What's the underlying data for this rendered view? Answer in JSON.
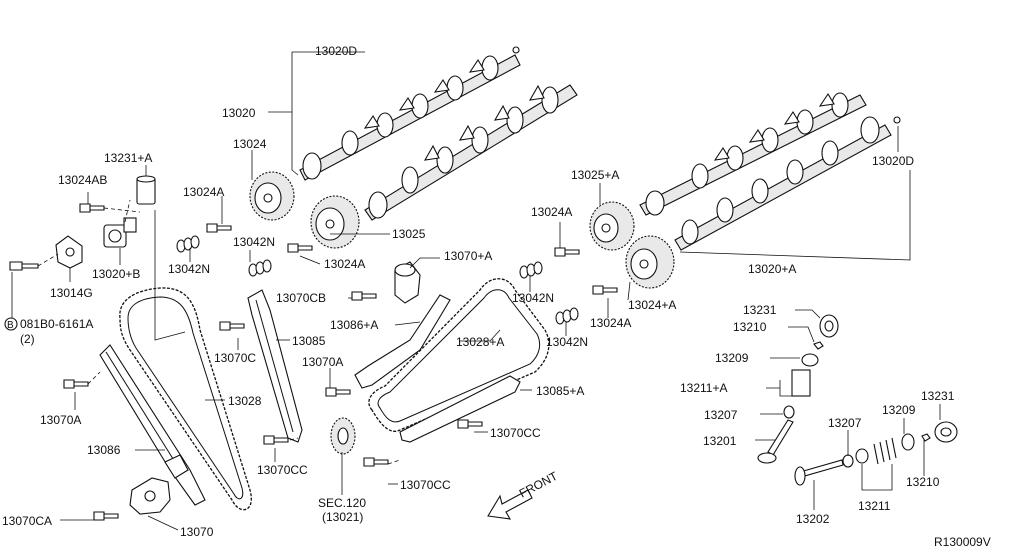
{
  "labels": {
    "p13020D_top": "13020D",
    "p13020": "13020",
    "p13024": "13024",
    "p13231A": "13231+A",
    "p13024AB": "13024AB",
    "p13024A_l": "13024A",
    "p13042N_a": "13042N",
    "p13042N_b": "13042N",
    "p13020B": "13020+B",
    "p13025": "13025",
    "p13024A_m": "13024A",
    "p13014G": "13014G",
    "bolt": "081B0-6161A",
    "bolt_circle": "B",
    "bolt_qty": "(2)",
    "p13070CB": "13070CB",
    "p13070A_top": "13070+A",
    "p13086A": "13086+A",
    "p13070C": "13070C",
    "p13085": "13085",
    "p13028A": "13028+A",
    "p13070A_m": "13070A",
    "p13028": "13028",
    "p13070A_l": "13070A",
    "p13086": "13086",
    "p13085A": "13085+A",
    "p13070CC_a": "13070CC",
    "p13070CC_b": "13070CC",
    "p13070CC_c": "13070CC",
    "p13070CA": "13070CA",
    "p13070": "13070",
    "sec": "SEC.120",
    "sec_sub": "(13021)",
    "front": "FRONT",
    "p13025A": "13025+A",
    "p13024A_r": "13024A",
    "p13042N_c": "13042N",
    "p13042N_d": "13042N",
    "p13024A_r2": "13024A",
    "p13024AA": "13024+A",
    "p13020D_r": "13020D",
    "p13020A": "13020+A",
    "p13231": "13231",
    "p13210": "13210",
    "p13209": "13209",
    "p13211A": "13211+A",
    "p13207": "13207",
    "p13201": "13201",
    "p13207_b": "13207",
    "p13209_b": "13209",
    "p13231_b": "13231",
    "p13210_b": "13210",
    "p13211": "13211",
    "p13202": "13202",
    "ref": "R130009V"
  }
}
